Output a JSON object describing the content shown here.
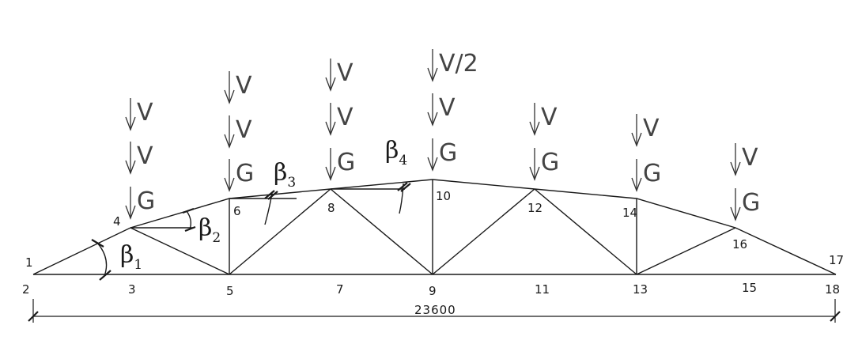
{
  "nodes": [
    "1",
    "2",
    "3",
    "4",
    "5",
    "6",
    "7",
    "8",
    "9",
    "10",
    "11",
    "12",
    "13",
    "14",
    "15",
    "16",
    "17",
    "18"
  ],
  "loads": {
    "v": "V",
    "g": "G",
    "v_half": "V/2"
  },
  "angles": {
    "symbol": "β",
    "subs": [
      "1",
      "2",
      "3",
      "4"
    ]
  },
  "dimension": "23600"
}
